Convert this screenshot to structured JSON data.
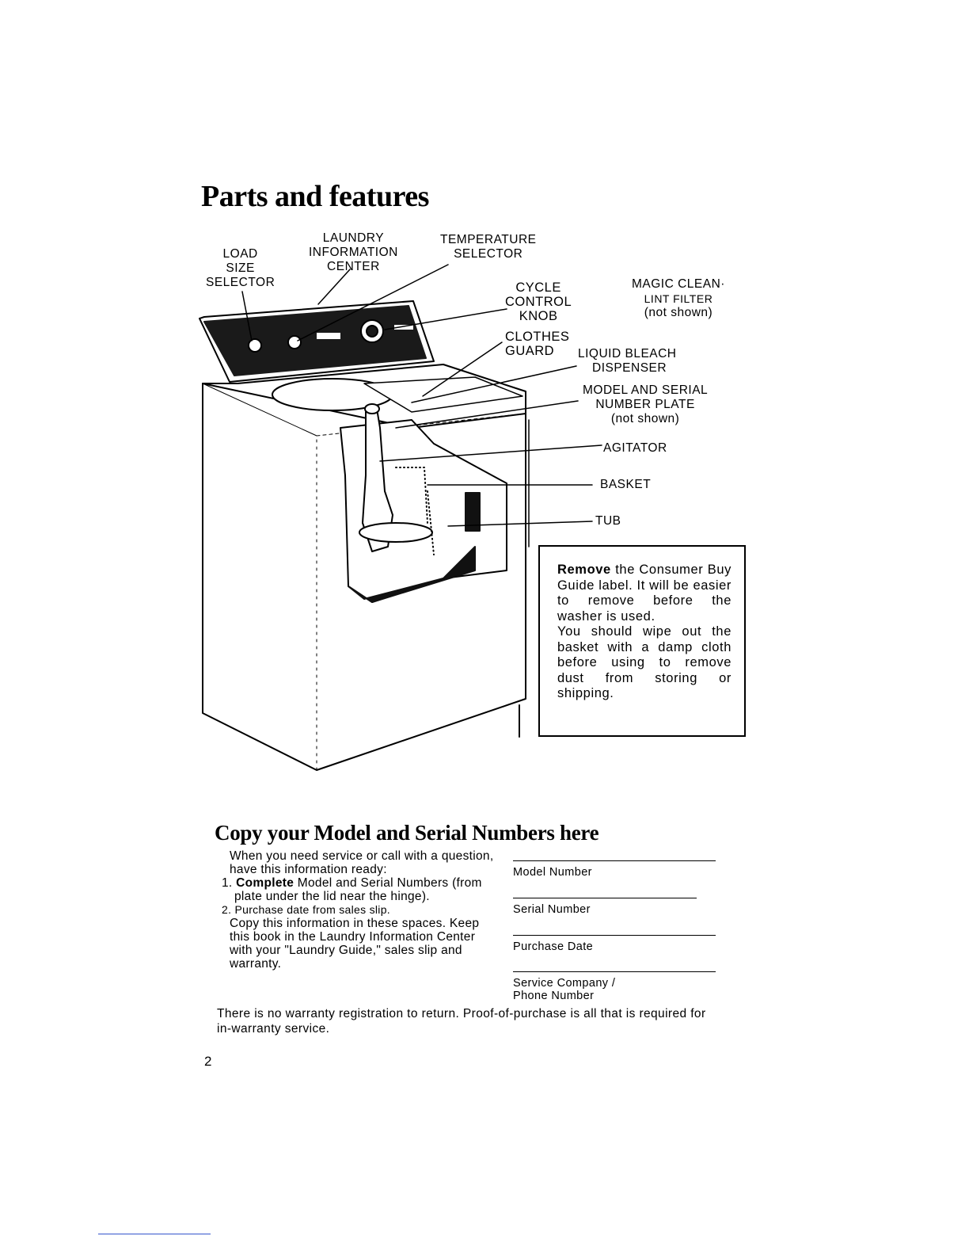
{
  "title": "Parts and features",
  "diagram": {
    "labels": {
      "load_size_selector": [
        "LOAD",
        "SIZE",
        "SELECTOR"
      ],
      "laundry_information_center": [
        "LAUNDRY",
        "INFORMATION",
        "CENTER"
      ],
      "temperature_selector": [
        "TEMPERATURE",
        "SELECTOR"
      ],
      "cycle_control_knob": [
        "CYCLE",
        "CONTROL",
        "KNOB"
      ],
      "magic_clean_lint_filter": [
        "MAGIC CLEAN·",
        "LINT FILTER",
        "(not shown)"
      ],
      "clothes_guard": [
        "CLOTHES",
        "GUARD"
      ],
      "liquid_bleach_dispenser": [
        "LIQUID BLEACH",
        "DISPENSER"
      ],
      "model_serial_plate": [
        "MODEL AND SERIAL",
        "NUMBER PLATE",
        "(not shown)"
      ],
      "agitator": "AGITATOR",
      "basket": "BASKET",
      "tub": "TUB"
    },
    "notice": {
      "p1_bold": "Remove",
      "p1_rest": " the Consumer Buy Guide label. It will be easier to remove before the washer is used.",
      "p2": "You should wipe out the basket with a damp cloth before using to remove dust from storing or shipping."
    }
  },
  "copy_section": {
    "title": "Copy your Model and Serial Numbers here",
    "intro": "When you need service or call with a question, have this information ready:",
    "item1_num": "1.",
    "item1_bold": "Complete",
    "item1_rest": " Model and Serial Numbers (from plate under the lid near the hinge).",
    "item2": "2. Purchase date from sales slip.",
    "outro": "Copy this information in these spaces. Keep this book in the Laundry Information Center with your \"Laundry Guide,\" sales slip and warranty.",
    "fields": {
      "model": "Model Number",
      "serial": "Serial Number",
      "purchase_date": "Purchase Date",
      "service_1": "Service Company /",
      "service_2": "Phone Number"
    },
    "warranty_note": "There is no warranty registration to return. Proof-of-purchase is all that is required for in-warranty service."
  },
  "page_number": "2"
}
